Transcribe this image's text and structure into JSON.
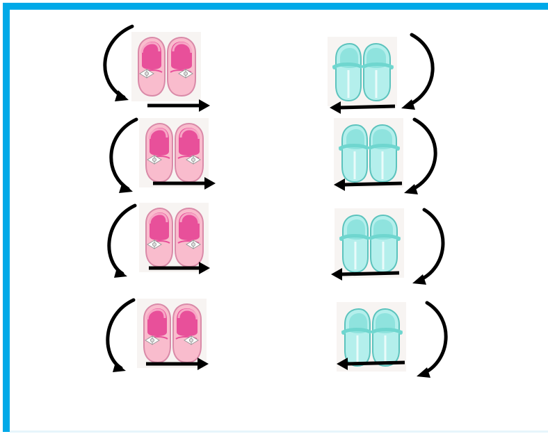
{
  "palette": {
    "frame_border": "#00a9e8",
    "arrow": "#000000",
    "girl_shoe_fill": "#f9bccd",
    "girl_shoe_inner": "#e8509a",
    "girl_shoe_outline": "#d98aa8",
    "boy_shoe_fill": "#b4efec",
    "boy_shoe_strap": "#6fd6cf",
    "boy_shoe_outline": "#5cc3bd"
  },
  "columns": {
    "left": {
      "icon": "pink-baby-shoes-icon",
      "curve": "arrow-curving-down-counterclockwise",
      "straight": "arrow-pointing-right"
    },
    "right": {
      "icon": "teal-baby-shoes-icon",
      "curve": "arrow-curving-down-clockwise",
      "straight": "arrow-pointing-left"
    }
  },
  "rows": 4
}
